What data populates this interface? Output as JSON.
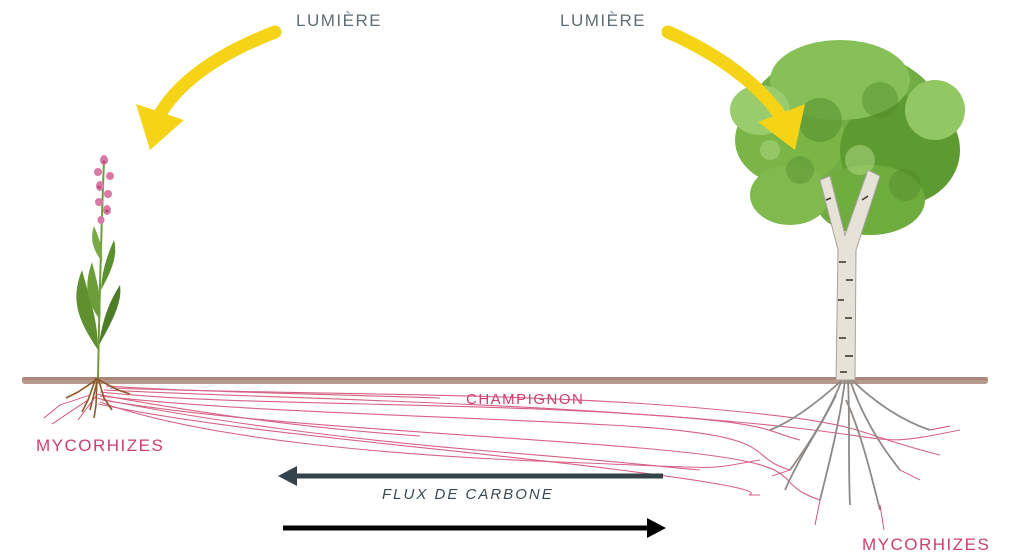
{
  "labels": {
    "light_left": "LUMIÈRE",
    "light_right": "LUMIÈRE",
    "fungus": "CHAMPIGNON",
    "mycorrhizae_left": "MYCORHIZES",
    "mycorrhizae_right": "MYCORHIZES",
    "carbon_flow": "FLUX DE CARBONE"
  },
  "colors": {
    "light_arrow": "#f5d417",
    "soil_line": "#a9897a",
    "hyphae": "#d0476f",
    "carbon_arrow": "#34434a",
    "bottom_arrow": "#000000",
    "foliage": "#6aa83a",
    "bark": "#d8d3c8"
  },
  "icons": {
    "left_plant": "orchid-plant-icon",
    "right_tree": "birch-tree-icon"
  }
}
